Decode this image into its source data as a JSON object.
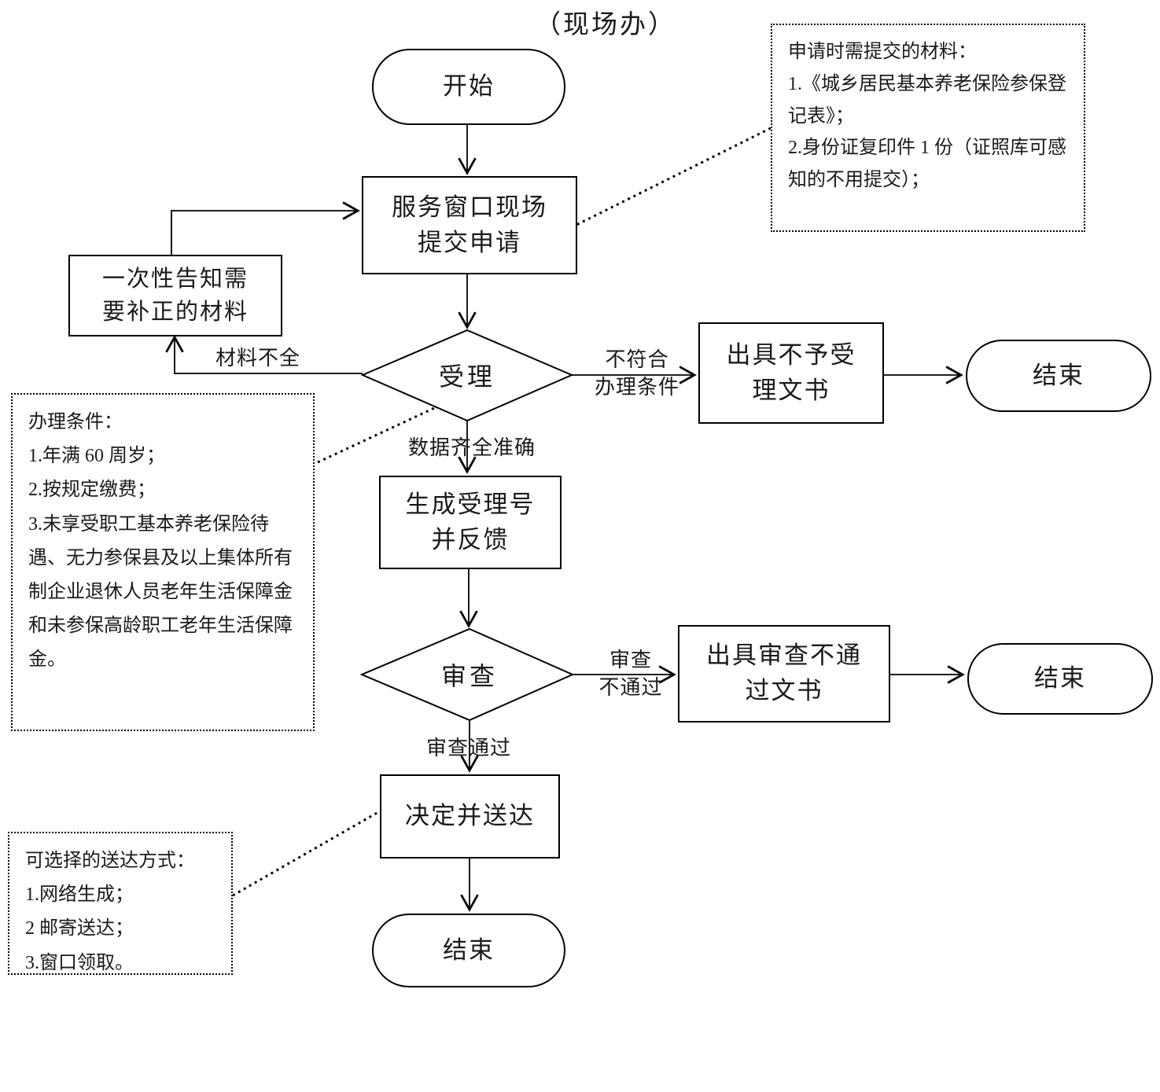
{
  "title": "（现场办）",
  "nodes": {
    "start": "开始",
    "submit": "服务窗口现场\n提交申请",
    "notify": "一次性告知需\n要补正的材料",
    "accept": "受理",
    "reject_doc": "出具不予受\n理文书",
    "end_reject": "结束",
    "generate": "生成受理号\n并反馈",
    "review": "审查",
    "review_fail_doc": "出具审查不通\n过文书",
    "end_review": "结束",
    "decide": "决定并送达",
    "end_final": "结束"
  },
  "edge_labels": {
    "incomplete": "材料不全",
    "not_qualified": "不符合\n办理条件",
    "data_complete": "数据齐全准确",
    "review_fail": "审查\n不通过",
    "review_pass": "审查通过"
  },
  "notes": {
    "materials": {
      "lines": [
        "申请时需提交的材料：",
        "1.《城乡居民基本养老保险参保登记表》；",
        "2.身份证复印件 1 份（证照库可感知的不用提交）；"
      ]
    },
    "conditions": {
      "lines": [
        "办理条件：",
        "1.年满 60 周岁；",
        "2.按规定缴费；",
        "3.未享受职工基本养老保险待遇、无力参保县及以上集体所有制企业退休人员老年生活保障金和未参保高龄职工老年生活保障金。"
      ]
    },
    "delivery": {
      "lines": [
        "可选择的送达方式：",
        "1.网络生成；",
        "2 邮寄送达；",
        "3.窗口领取。"
      ]
    }
  },
  "colors": {
    "stroke": "#000000",
    "background": "#ffffff",
    "text": "#1a1a1a"
  }
}
